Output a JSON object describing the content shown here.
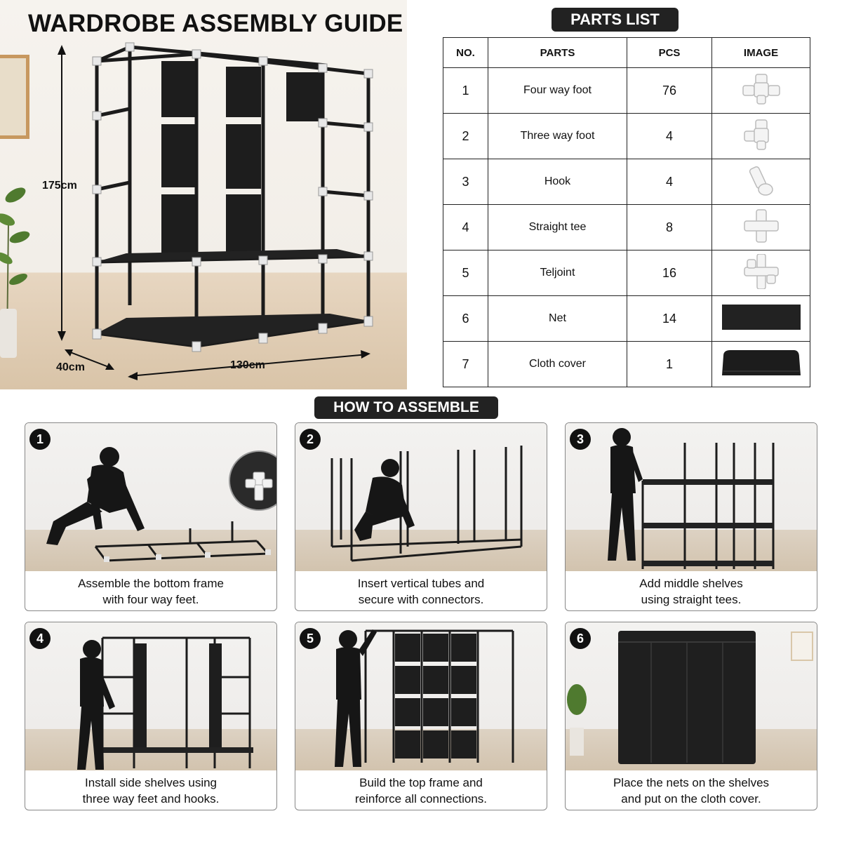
{
  "title": "WARDROBE ASSEMBLY GUIDE",
  "dimensions": {
    "height": "175cm",
    "depth": "40cm",
    "width": "130cm"
  },
  "parts_list": {
    "title": "PARTS LIST",
    "headers": [
      "NO.",
      "PARTS",
      "PCS",
      "IMAGE"
    ],
    "rows": [
      {
        "no": "1",
        "part": "Four way foot",
        "pcs": "76",
        "icon": "four-way-connector-icon"
      },
      {
        "no": "2",
        "part": "Three way foot",
        "pcs": "4",
        "icon": "three-way-connector-icon"
      },
      {
        "no": "3",
        "part": "Hook",
        "pcs": "4",
        "icon": "hook-icon"
      },
      {
        "no": "4",
        "part": "Straight tee",
        "pcs": "8",
        "icon": "straight-tee-icon"
      },
      {
        "no": "5",
        "part": "Teljoint",
        "pcs": "16",
        "icon": "teljoint-icon"
      },
      {
        "no": "6",
        "part": "Net",
        "pcs": "14",
        "icon": "net-panel-icon"
      },
      {
        "no": "7",
        "part": "Cloth cover",
        "pcs": "1",
        "icon": "cloth-cover-icon"
      }
    ]
  },
  "how_to": {
    "title": "HOW TO ASSEMBLE",
    "steps": [
      {
        "num": "1",
        "caption": "Assemble the bottom frame\nwith four way feet."
      },
      {
        "num": "2",
        "caption": "Insert vertical tubes and\nsecure with connectors."
      },
      {
        "num": "3",
        "caption": "Add middle shelves\nusing straight tees."
      },
      {
        "num": "4",
        "caption": "Install side shelves using\nthree way feet and hooks."
      },
      {
        "num": "5",
        "caption": "Build the top frame and\nreinforce all connections."
      },
      {
        "num": "6",
        "caption": "Place the nets on the shelves\nand put on the cloth cover."
      }
    ]
  },
  "colors": {
    "frame": "#1a1a1a",
    "connector": "#e6e6e6",
    "pill_bg": "#222222",
    "floor": "#d9c4a8"
  }
}
